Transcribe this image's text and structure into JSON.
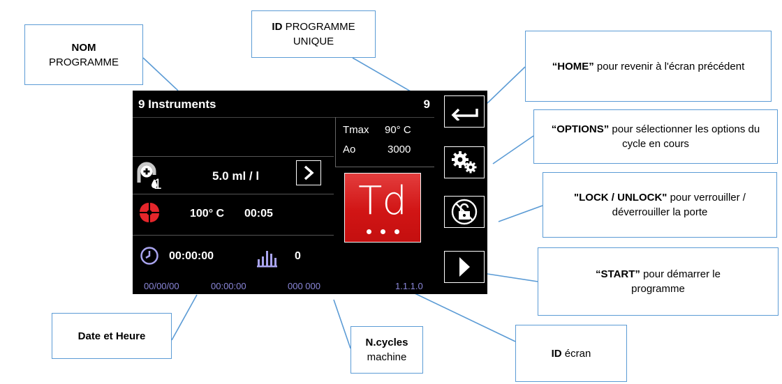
{
  "screen": {
    "program_name": "9 Instruments",
    "program_id": "9",
    "params": {
      "tmax_label": "Tmax",
      "tmax_value": "90° C",
      "ao_label": "Ao",
      "ao_value": "3000"
    },
    "dosing": {
      "index": "1",
      "value": "5.0 ml / l"
    },
    "drying": {
      "temperature": "100° C",
      "time": "00:05"
    },
    "timer": {
      "time": "00:00:00",
      "count": "0"
    },
    "cycle_button_label": "Td",
    "status_bar": {
      "date": "00/00/00",
      "time": "00:00:00",
      "cycles": "000 000",
      "screen_id": "1.1.1.0"
    }
  },
  "callouts": {
    "nom_bold": "NOM",
    "nom_text": "PROGRAMME",
    "id_prog_bold": "ID",
    "id_prog_text": " PROGRAMME UNIQUE",
    "home_bold": "“HOME”",
    "home_text": " pour revenir à l'écran précédent",
    "options_bold": "“OPTIONS”",
    "options_text": " pour sélectionner les options du cycle en cours",
    "lock_bold": "\"LOCK / UNLOCK\"",
    "lock_text": " pour verrouiller / déverrouiller la porte",
    "start_bold": "“START”",
    "start_text": " pour démarrer le programme",
    "date_bold": "Date et Heure",
    "ncycles_bold": "N.cycles",
    "ncycles_text": "machine",
    "id_ecran_bold": "ID",
    "id_ecran_text": " écran"
  },
  "icons": {
    "dosing": "dropper-plus-icon",
    "fan": "fan-icon",
    "clock": "clock-icon",
    "bars": "bar-chart-icon",
    "home": "return-arrow-icon",
    "options": "gears-icon",
    "lock": "lock-crossed-icon",
    "start": "play-triangle-icon"
  },
  "colors": {
    "callout_border": "#5b9bd5",
    "status_text": "#8a86d8",
    "fan_red": "#e5262b",
    "clock_violet": "#a9a4ee",
    "td_red": "#d11515"
  }
}
